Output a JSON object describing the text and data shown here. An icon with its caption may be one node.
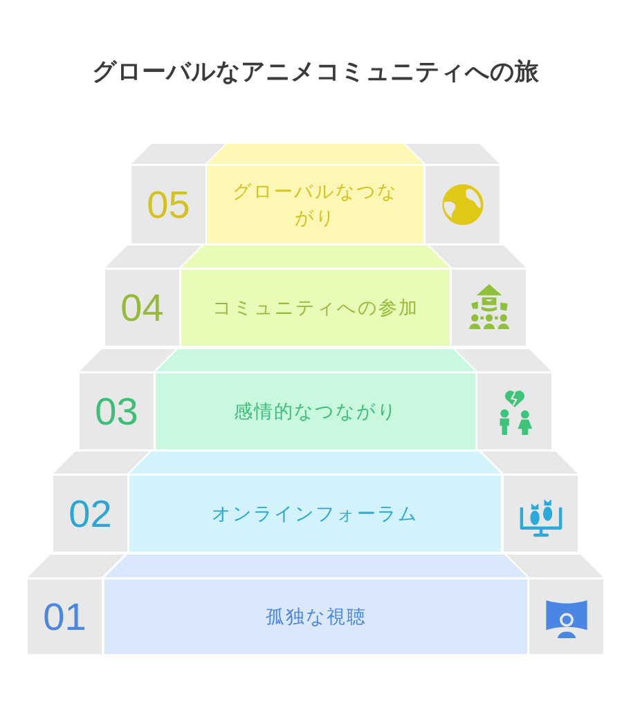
{
  "diagram": {
    "title": "グローバルなアニメコミュニティへの旅",
    "nodes": [
      {
        "text": [
          "05"
        ]
      },
      {
        "text": [
          "グローバルなつながり"
        ]
      },
      {
        "text": [],
        "shape": "box"
      },
      {
        "text": [
          "04"
        ]
      },
      {
        "text": [
          "コミュニティへの参加"
        ]
      },
      {
        "text": [],
        "shape": "box"
      },
      {
        "text": [
          "03"
        ]
      },
      {
        "text": [
          "感情的なつながり"
        ]
      },
      {
        "text": [],
        "shape": "box"
      },
      {
        "text": [
          "02"
        ]
      },
      {
        "text": [
          "オンラインフォーラム"
        ]
      },
      {
        "text": [],
        "shape": "box"
      },
      {
        "text": [
          "01"
        ]
      },
      {
        "text": [
          "孤独な視聴"
        ]
      },
      {
        "text": [],
        "shape": "box"
      }
    ]
  }
}
